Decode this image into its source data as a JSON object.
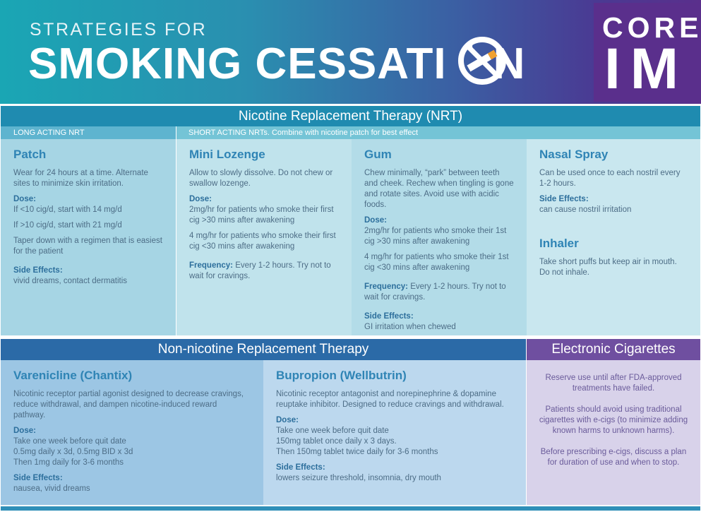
{
  "header": {
    "subtitle": "STRATEGIES FOR",
    "title_left": "SMOKING CESSATI",
    "title_right": "N",
    "brand_top": "CORE",
    "brand_bottom": "IM",
    "icon": "no-smoking-icon"
  },
  "nrt": {
    "heading": "Nicotine Replacement Therapy (NRT)",
    "long_label": "LONG ACTING NRT",
    "short_label": "SHORT ACTING NRTs. Combine with nicotine patch for best effect",
    "patch": {
      "title": "Patch",
      "desc": "Wear for 24 hours at a time. Alternate sites to minimize skin irritation.",
      "dose_label": "Dose:",
      "dose1": "If <10 cig/d, start with 14 mg/d",
      "dose2": "If >10 cig/d, start with 21 mg/d",
      "dose3": "Taper down with a regimen that is easiest for the patient",
      "side_label": "Side Effects:",
      "side": "vivid dreams, contact dermatitis"
    },
    "lozenge": {
      "title": "Mini Lozenge",
      "desc": "Allow to slowly dissolve. Do not chew or swallow lozenge.",
      "dose_label": "Dose:",
      "dose1": "2mg/hr for patients who smoke their first cig >30 mins after awakening",
      "dose2": "4 mg/hr for patients who smoke their first cig <30 mins after awakening",
      "freq_label": "Frequency:",
      "freq": " Every 1-2 hours. Try not to wait for cravings."
    },
    "gum": {
      "title": "Gum",
      "desc": "Chew minimally, “park” between teeth and cheek. Rechew when tingling is gone and rotate sites. Avoid use with acidic foods.",
      "dose_label": "Dose:",
      "dose1": "2mg/hr for patients who smoke their 1st cig >30 mins after awakening",
      "dose2": "4 mg/hr for patients who smoke their 1st cig <30 mins after awakening",
      "freq_label": "Frequency:",
      "freq": " Every 1-2 hours. Try not to wait for cravings.",
      "side_label": "Side Effects:",
      "side": "GI irritation when chewed"
    },
    "nasal": {
      "title": "Nasal Spray",
      "desc": "Can be used once to each nostril every 1-2 hours.",
      "side_label": "Side Effects:",
      "side": "can cause nostril irritation"
    },
    "inhaler": {
      "title": "Inhaler",
      "desc": "Take short puffs but keep air in mouth. Do not inhale."
    }
  },
  "non_nicotine": {
    "heading": "Non-nicotine Replacement Therapy",
    "varenicline": {
      "title": "Varenicline (Chantix)",
      "desc": "Nicotinic receptor partial agonist designed to decrease cravings, reduce withdrawal, and dampen nicotine-induced reward pathway.",
      "dose_label": "Dose:",
      "dose1": "Take one week before quit date",
      "dose2": "0.5mg daily x 3d, 0.5mg BID x 3d",
      "dose3": "Then 1mg daily for 3-6 months",
      "side_label": "Side Effects:",
      "side": "nausea, vivid dreams"
    },
    "bupropion": {
      "title": "Bupropion (Wellbutrin)",
      "desc": "Nicotinic receptor antagonist and norepinephrine & dopamine reuptake inhibitor. Designed to reduce cravings and withdrawal.",
      "dose_label": "Dose:",
      "dose1": "Take one week before quit date",
      "dose2": "150mg tablet once daily x 3 days.",
      "dose3": "Then 150mg tablet twice daily for 3-6 months",
      "side_label": "Side Effects:",
      "side": "lowers seizure threshold, insomnia, dry mouth"
    }
  },
  "ecig": {
    "heading": "Electronic Cigarettes",
    "p1": "Reserve use until after FDA-approved treatments have failed.",
    "p2": "Patients should avoid using traditional cigarettes with e-cigs (to minimize adding known harms to unknown harms).",
    "p3": "Before prescribing e-cigs, discuss a plan for duration of use and when to stop."
  }
}
